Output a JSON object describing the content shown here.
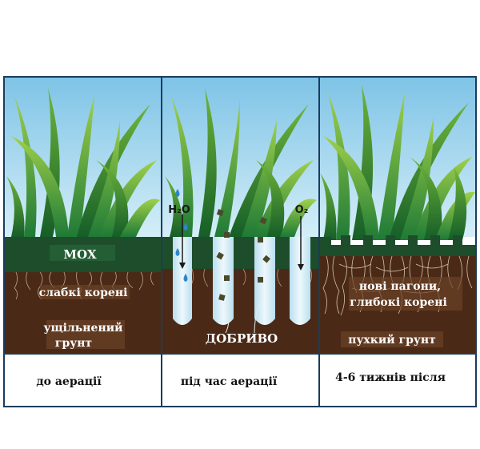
{
  "panels": [
    {
      "caption": "до аерації",
      "labels": {
        "moss": "МОХ",
        "weak_roots": "слабкі корені",
        "compact_line1": "ущільнений",
        "compact_line2": "грунт"
      }
    },
    {
      "caption": "під час аерації",
      "labels": {
        "water": "H₂O",
        "oxygen": "O₂",
        "fertilizer": "ДОБРИВО"
      }
    },
    {
      "caption": "4-6 тижнів після",
      "labels": {
        "new_shoots_line1": "нові пагони,",
        "new_shoots_line2": "глибокі корені",
        "loose_soil": "пухкий грунт"
      }
    }
  ],
  "colors": {
    "sky": "#a8d8ee",
    "grass_light": "#8cc63f",
    "grass_dark": "#1f7a36",
    "moss_band": "#1d4d2b",
    "soil": "#4a2a17",
    "core_hole": "#d6eef8",
    "water_drop": "#2e86c9",
    "fertilizer": "#4a4a2a",
    "border": "#1a3c5e"
  }
}
